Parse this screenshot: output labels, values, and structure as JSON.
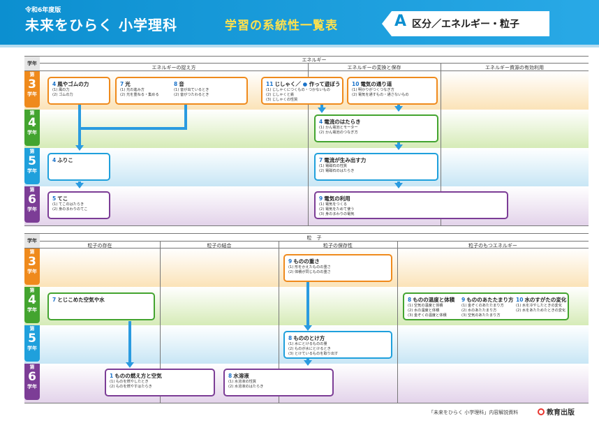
{
  "header": {
    "edition": "令和6年度版",
    "brand": "未来をひらく 小学理科",
    "subtitle": "学習の系統性一覧表",
    "badge_letter": "A",
    "badge_text": "区分／エネルギー・粒子"
  },
  "energy": {
    "grade_col": "学年",
    "title": "エネルギー",
    "cols": [
      "エネルギーの捉え方",
      "エネルギーの変換と保存",
      "エネルギー資源の有効利用"
    ],
    "boxes": [
      {
        "n": "4",
        "title": "風やゴムの力",
        "lines": [
          "(1) 風の力",
          "(2) ゴムの力"
        ]
      },
      {
        "n": "7",
        "title": "光",
        "lines": [
          "(1) 光の進み方",
          "(2) 光を重ねる・集める"
        ]
      },
      {
        "n": "8",
        "title": "音",
        "lines": [
          "(1) 音が出ているとき",
          "(2) 音がつたわるとき"
        ]
      },
      {
        "n": "11",
        "title": "じしゃく／",
        "title2": "作って遊ぼう",
        "lines": [
          "(1) じしゃくにつくもの・つかないもの",
          "(2) じしゃくと鉄",
          "(3) じしゃくの性質"
        ]
      },
      {
        "n": "10",
        "title": "電気の通り道",
        "lines": [
          "(1) 明かりがつくつなぎ方",
          "(2) 電気を通すもの・通さないもの"
        ]
      },
      {
        "n": "4",
        "title": "電流のはたらき",
        "lines": [
          "(1) かん電池とモーター",
          "(2) かん電池のつなぎ方"
        ]
      },
      {
        "n": "4",
        "title": "ふりこ",
        "lines": []
      },
      {
        "n": "7",
        "title": "電流が生み出す力",
        "lines": [
          "(1) 電磁石の性質",
          "(2) 電磁石のはたらき"
        ]
      },
      {
        "n": "5",
        "title": "てこ",
        "lines": [
          "(1) てこのはたらき",
          "(2) 身のまわりのてこ"
        ]
      },
      {
        "n": "9",
        "title": "電気の利用",
        "lines": [
          "(1) 電気をつくる",
          "(2) 電気をためて使う",
          "(3) 身のまわりの電気"
        ]
      }
    ]
  },
  "particle": {
    "grade_col": "学年",
    "title": "粒　子",
    "cols": [
      "粒子の存在",
      "粒子の結合",
      "粒子の保存性",
      "粒子のもつエネルギー"
    ],
    "boxes": [
      {
        "n": "9",
        "title": "ものの重さ",
        "lines": [
          "(1) 形をかえたものの重さ",
          "(2) 体積が同じものの重さ"
        ]
      },
      {
        "n": "7",
        "title": "とじこめた空気や水",
        "lines": []
      },
      {
        "n": "8",
        "title": "ものの温度と体積",
        "lines": [
          "(1) 空気の温度と体積",
          "(2) 水の温度と体積",
          "(3) 金ぞくの温度と体積"
        ]
      },
      {
        "n": "9",
        "title": "もののあたたまり方",
        "lines": [
          "(1) 金ぞくのあたたまり方",
          "(2) 水のあたたまり方",
          "(3) 空気のあたたまり方"
        ]
      },
      {
        "n": "10",
        "title": "水のすがたの変化",
        "lines": [
          "(1) 水を冷やしたときの変化",
          "(2) 水をあたためたときの変化"
        ]
      },
      {
        "n": "8",
        "title": "もののとけ方",
        "lines": [
          "(1) 水にとけるものの量",
          "(2) ものが水にとけるとき",
          "(3) とけているものを取り出す"
        ]
      },
      {
        "n": "1",
        "title": "ものの燃え方と空気",
        "lines": [
          "(1) ものを燃やしたとき",
          "(2) ものを燃やすはたらき"
        ]
      },
      {
        "n": "8",
        "title": "水溶液",
        "lines": [
          "(1) 水溶液の性質",
          "(2) 水溶液のはたらき"
        ]
      }
    ]
  },
  "grades": [
    {
      "prefix": "第",
      "num": "3",
      "suffix": "学年"
    },
    {
      "prefix": "第",
      "num": "4",
      "suffix": "学年"
    },
    {
      "prefix": "第",
      "num": "5",
      "suffix": "学年"
    },
    {
      "prefix": "第",
      "num": "6",
      "suffix": "学年"
    }
  ],
  "footer": {
    "note": "「未来をひらく 小学理科」内容解説資料",
    "logo": "教育出版"
  },
  "colors": {
    "header": "#0c8fd0",
    "title_yellow": "#ffe14d",
    "grade3": "#ef8a1c",
    "grade4": "#43a42f",
    "grade5": "#1fa0dc",
    "grade6": "#7c3d96",
    "arrow": "#2a9be0"
  }
}
